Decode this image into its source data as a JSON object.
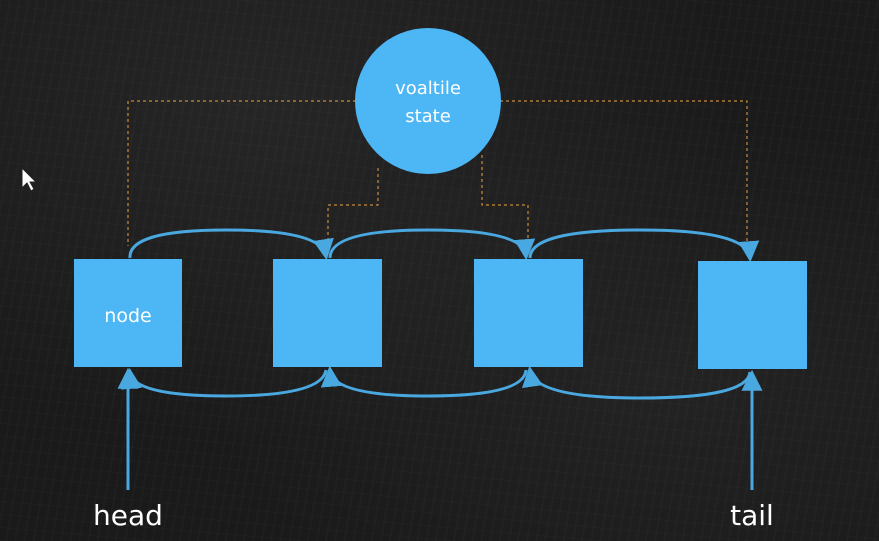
{
  "colors": {
    "node_fill": "#4db6f5",
    "link_stroke": "#4aa8e0",
    "dashed_stroke": "#c98a3c",
    "text": "#ffffff"
  },
  "state": {
    "line1": "voaltile",
    "line2": "state"
  },
  "nodes": [
    {
      "label": "node"
    },
    {
      "label": ""
    },
    {
      "label": ""
    },
    {
      "label": ""
    }
  ],
  "pointers": {
    "head": "head",
    "tail": "tail"
  },
  "icons": {
    "cursor": "mouse-pointer-icon"
  }
}
